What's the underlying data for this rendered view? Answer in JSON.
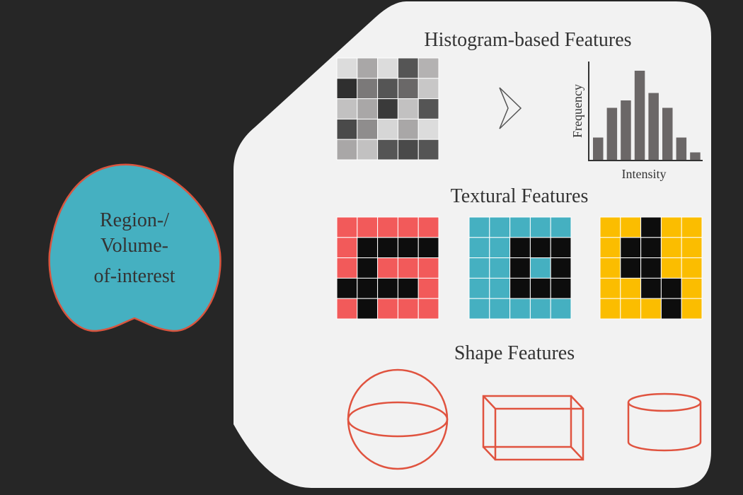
{
  "colors": {
    "background": "#262626",
    "panel": "#f2f2f2",
    "roi_fill": "#45b0c1",
    "roi_border": "#d9553f",
    "text": "#333333",
    "shape_stroke": "#e0533f",
    "tex_red": "#f25a5a",
    "tex_teal": "#45b0c1",
    "tex_yellow": "#fbbd00",
    "tex_black": "#0d0d0d",
    "bar": "#6b6767"
  },
  "roi": {
    "label_lines": [
      "Region-/",
      "Volume-",
      "of-interest"
    ]
  },
  "histogram_section": {
    "title": "Histogram-based Features",
    "intensity_grid": [
      [
        "#dcdcdc",
        "#a9a7a7",
        "#dcdcdc",
        "#555555",
        "#b4b2b2"
      ],
      [
        "#2f2f2f",
        "#7b7979",
        "#555555",
        "#6a6868",
        "#c8c7c7"
      ],
      [
        "#c2c1c1",
        "#a9a7a7",
        "#3a3a3a",
        "#c2c1c1",
        "#555555"
      ],
      [
        "#4a4a4a",
        "#8f8d8d",
        "#d6d6d6",
        "#a9a7a7",
        "#dcdcdc"
      ],
      [
        "#a9a7a7",
        "#c2c1c1",
        "#555555",
        "#4a4a4a",
        "#555555"
      ]
    ],
    "arrow_icon": "chevron-right",
    "histogram": {
      "ylabel": "Frequency",
      "xlabel": "Intensity",
      "bin_values": [
        3,
        7,
        8,
        12,
        9,
        7,
        3,
        1
      ]
    }
  },
  "textural_section": {
    "title": "Textural Features",
    "patterns": [
      {
        "color_key": "tex_red",
        "cells": [
          [
            0,
            0,
            0,
            0,
            0
          ],
          [
            0,
            1,
            1,
            1,
            1
          ],
          [
            0,
            1,
            0,
            0,
            0
          ],
          [
            1,
            1,
            1,
            1,
            0
          ],
          [
            0,
            1,
            0,
            0,
            0
          ]
        ]
      },
      {
        "color_key": "tex_teal",
        "cells": [
          [
            0,
            0,
            0,
            0,
            0
          ],
          [
            0,
            0,
            1,
            1,
            1
          ],
          [
            0,
            0,
            1,
            0,
            1
          ],
          [
            0,
            0,
            1,
            1,
            1
          ],
          [
            0,
            0,
            0,
            0,
            0
          ]
        ]
      },
      {
        "color_key": "tex_yellow",
        "cells": [
          [
            0,
            0,
            1,
            0,
            0
          ],
          [
            0,
            1,
            1,
            0,
            0
          ],
          [
            0,
            1,
            1,
            0,
            0
          ],
          [
            0,
            0,
            1,
            1,
            0
          ],
          [
            0,
            0,
            0,
            1,
            0
          ]
        ]
      }
    ]
  },
  "shape_section": {
    "title": "Shape Features",
    "shapes": [
      "sphere",
      "box",
      "cylinder"
    ]
  }
}
